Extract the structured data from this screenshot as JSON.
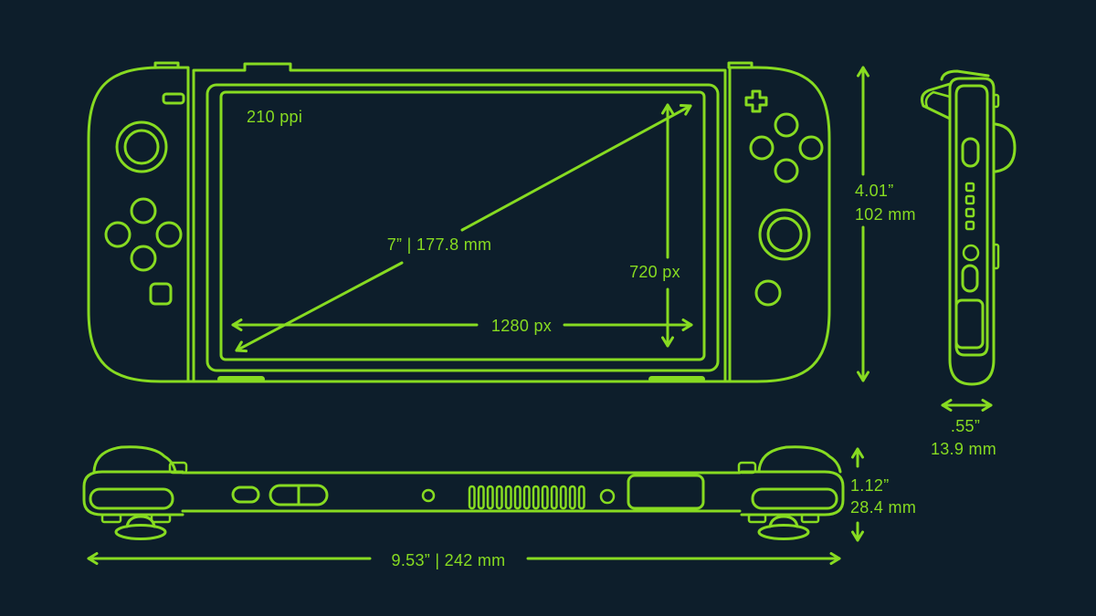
{
  "colors": {
    "line": "#87DB21",
    "bg": "#0D1E2B"
  },
  "diagram": {
    "front_view": {
      "screen_ppi": "210 ppi",
      "screen_diagonal": "7” | 177.8 mm",
      "screen_height": "720 px",
      "screen_width": "1280 px",
      "device_height_in": "4.01”",
      "device_height_mm": "102 mm"
    },
    "side_view": {
      "depth_in": ".55”",
      "depth_mm": "13.9 mm"
    },
    "bottom_view": {
      "thickness_in": "1.12”",
      "thickness_mm": "28.4 mm",
      "width": "9.53” | 242 mm"
    }
  }
}
